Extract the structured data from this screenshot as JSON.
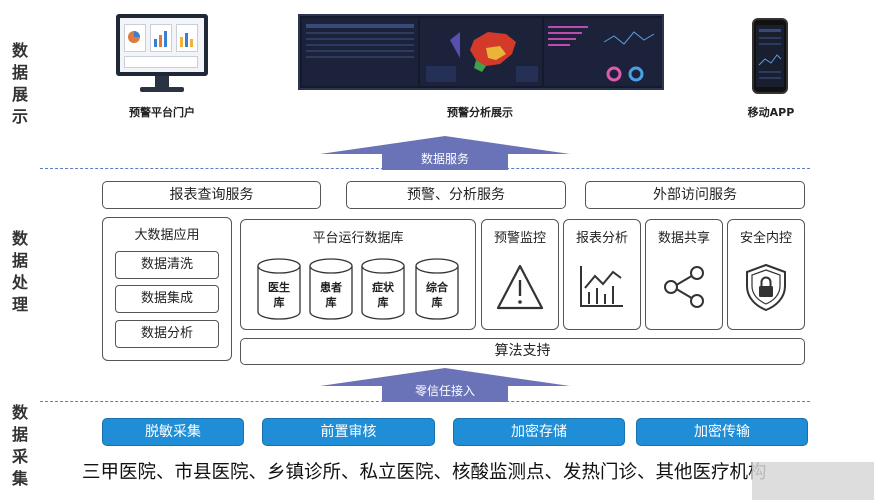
{
  "sections": {
    "display": [
      "数",
      "据",
      "展",
      "示"
    ],
    "processing": [
      "数",
      "据",
      "处",
      "理"
    ],
    "collection": [
      "数",
      "据",
      "采",
      "集"
    ]
  },
  "display": {
    "portal_label": "预警平台门户",
    "bigscreen_label": "预警分析展示",
    "mobile_label": "移动APP"
  },
  "arrows": {
    "data_service": "数据服务",
    "zero_trust": "零信任接入"
  },
  "services": {
    "report_query": "报表查询服务",
    "warning_analysis": "预警、分析服务",
    "external_access": "外部访问服务"
  },
  "bigdata": {
    "title": "大数据应用",
    "items": [
      "数据清洗",
      "数据集成",
      "数据分析"
    ]
  },
  "platform_db": {
    "title": "平台运行数据库",
    "dbs": [
      {
        "line1": "医生",
        "line2": "库"
      },
      {
        "line1": "患者",
        "line2": "库"
      },
      {
        "line1": "症状",
        "line2": "库"
      },
      {
        "line1": "综合",
        "line2": "库"
      }
    ]
  },
  "functions": [
    {
      "title": "预警监控",
      "icon": "warning-triangle-icon"
    },
    {
      "title": "报表分析",
      "icon": "bar-line-chart-icon"
    },
    {
      "title": "数据共享",
      "icon": "share-nodes-icon"
    },
    {
      "title": "安全内控",
      "icon": "shield-lock-icon"
    }
  ],
  "algorithm": "算法支持",
  "collection": {
    "buttons": [
      "脱敏采集",
      "前置审核",
      "加密存储",
      "加密传输"
    ],
    "sources": "三甲医院、市县医院、乡镇诊所、私立医院、核酸监测点、发热门诊、其他医疗机构"
  },
  "colors": {
    "arrow": "#6a72b8",
    "collect_button": "#1f8ed6",
    "divider": "#5a7fbf"
  }
}
